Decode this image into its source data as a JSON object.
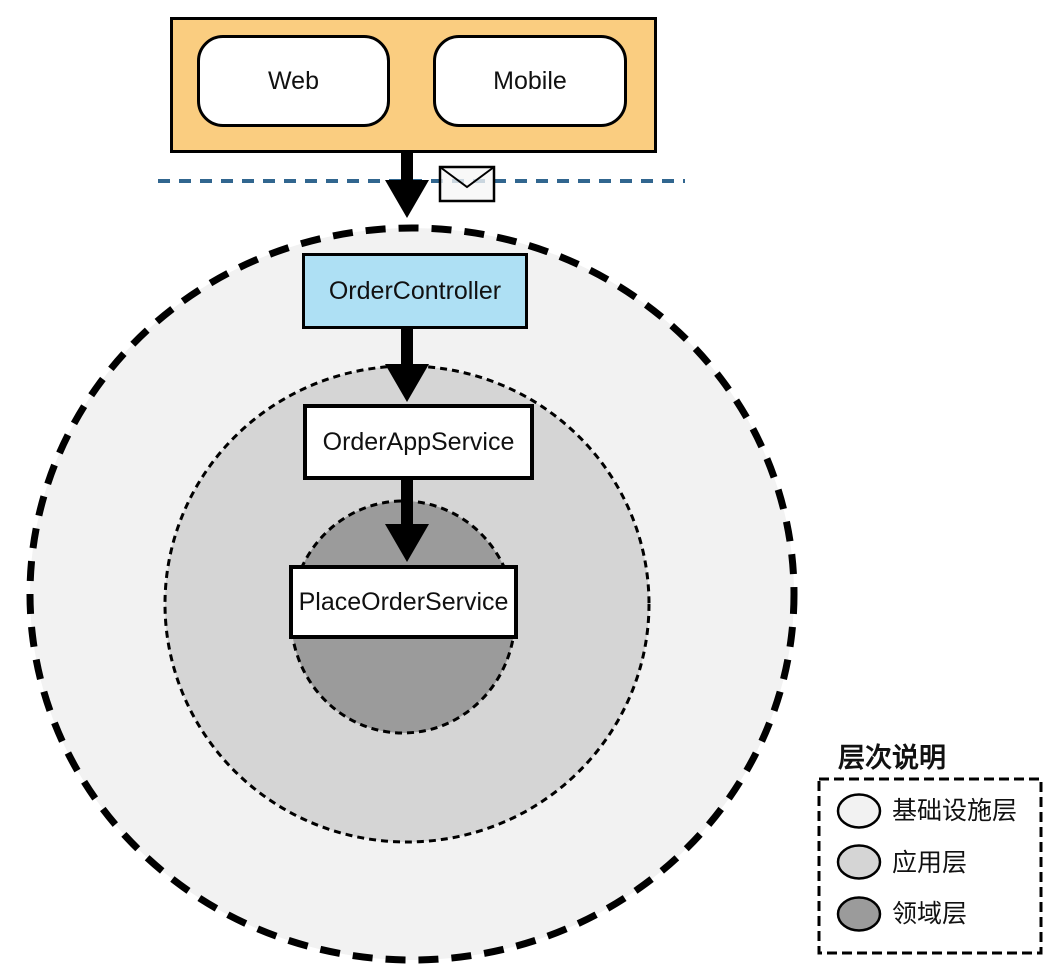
{
  "clients": {
    "container_color": "#FACD80",
    "items": [
      {
        "label": "Web"
      },
      {
        "label": "Mobile"
      }
    ]
  },
  "nodes": {
    "controller": {
      "label": "OrderController",
      "fill": "#AEE0F4"
    },
    "app_service": {
      "label": "OrderAppService",
      "fill": "#FFFFFF"
    },
    "domain_service": {
      "label": "PlaceOrderService",
      "fill": "#FFFFFF"
    }
  },
  "layers": [
    {
      "name": "基础设施层",
      "color": "#F2F2F2"
    },
    {
      "name": "应用层",
      "color": "#D5D5D5"
    },
    {
      "name": "领域层",
      "color": "#9B9B9B"
    }
  ],
  "legend": {
    "title": "层次说明"
  },
  "boundary": {
    "line_color": "#31668F"
  },
  "icons": {
    "message": "envelope-icon"
  }
}
